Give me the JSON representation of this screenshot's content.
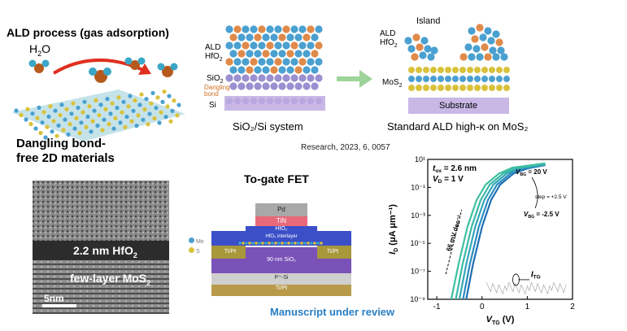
{
  "ald": {
    "heading": "ALD process  (gas adsorption)",
    "molecule_h": "H",
    "molecule_sub": "2",
    "molecule_o": "O",
    "caption_line1": "Dangling bond-",
    "caption_line2": "free 2D materials"
  },
  "sio2_panel": {
    "label_ald": "ALD",
    "label_hfo": "HfO",
    "label_hfo_sub": "2",
    "label_sio": "SiO",
    "label_sio_sub": "2",
    "label_dangling1": "Dangling",
    "label_dangling2": "bond",
    "label_si": "Si",
    "caption": "SiO₂/Si system"
  },
  "mos2_panel": {
    "label_island": "Island",
    "label_ald": "ALD",
    "label_hfo": "HfO",
    "label_hfo_sub": "2",
    "label_mos": "MoS",
    "label_mos_sub": "2",
    "label_substrate": "Substrate",
    "caption": "Standard ALD high-κ on MoS₂"
  },
  "citation": "Research, 2023, 6, 0057",
  "tem": {
    "label_hfo": "2.2 nm HfO",
    "label_hfo_sub": "2",
    "label_mos": "few-layer MoS",
    "label_mos_sub": "2",
    "scale_bar": "5nm"
  },
  "fet": {
    "title": "To-gate FET",
    "layer_pd": "Pd",
    "layer_tin": "TiN",
    "layer_hfo": "HfO₂",
    "layer_interlayer": "HfO₂ interlayer",
    "contact_left": "Ti/Pt",
    "contact_right": "Ti/Pt",
    "layer_sio2": "90 nm SiO₂",
    "layer_psi": "P⁺-Si",
    "layer_bottom": "Ti/Pt",
    "legend_mo": "Mo",
    "legend_s": "S"
  },
  "plot": {
    "tox": "t",
    "tox_sub": "ox",
    "tox_value": " = 2.6 nm",
    "vd": "V",
    "vd_sub": "D",
    "vd_value": " = 1 V",
    "vbg_top": "V",
    "vbg_top_sub": "BG",
    "vbg_top_value": " = 20 V",
    "vbg_bottom": "V",
    "vbg_bottom_sub": "BG",
    "vbg_bottom_value": " = -2.5 V",
    "step": "step = +2.5 V",
    "slope": "66 mV dec⁻¹",
    "itg": "I",
    "itg_sub": "TG",
    "ylabel": "I",
    "ylabel_sub": "D",
    "ylabel_unit": " (μA μm⁻¹)",
    "xlabel": "V",
    "xlabel_sub": "TG",
    "xlabel_unit": " (V)"
  },
  "footer": "Manuscript under review",
  "colors": {
    "hfo_sphere": "#4aa0d0",
    "hf_core": "#e08a4a",
    "mos2_yellow": "#d9c23a",
    "substrate": "#c9b8e6",
    "arrow_green": "#9ed39a",
    "footer_blue": "#2a7fc4",
    "curve_blue": "#1f6fb5",
    "curve_green": "#3fc0a0"
  },
  "chart_data": {
    "type": "line",
    "xlim": [
      -1.2,
      2
    ],
    "ylim_log10": [
      -9,
      1
    ],
    "xticks": [
      -1,
      0,
      1,
      2
    ],
    "yticks": [
      "10¹",
      "10⁻¹",
      "10⁻³",
      "10⁻⁵",
      "10⁻⁷",
      "10⁻⁹"
    ],
    "series": [
      {
        "vbg": -2.5,
        "x": [
          -0.35,
          -0.2,
          0,
          0.2,
          0.4,
          0.7,
          1.0,
          1.4
        ],
        "log10_y": [
          -9,
          -6.5,
          -3.8,
          -1.9,
          -0.8,
          0,
          0.35,
          0.6
        ]
      },
      {
        "vbg": 2.5,
        "x": [
          -0.42,
          -0.27,
          -0.07,
          0.13,
          0.33,
          0.63,
          0.93,
          1.4
        ],
        "log10_y": [
          -9,
          -6.5,
          -3.8,
          -1.9,
          -0.8,
          0,
          0.35,
          0.62
        ]
      },
      {
        "vbg": 7.5,
        "x": [
          -0.5,
          -0.35,
          -0.15,
          0.05,
          0.25,
          0.55,
          0.85,
          1.4
        ],
        "log10_y": [
          -9,
          -6.5,
          -3.8,
          -1.9,
          -0.8,
          0,
          0.38,
          0.65
        ]
      },
      {
        "vbg": 12.5,
        "x": [
          -0.58,
          -0.43,
          -0.23,
          -0.03,
          0.17,
          0.47,
          0.77,
          1.4
        ],
        "log10_y": [
          -9,
          -6.5,
          -3.8,
          -1.9,
          -0.8,
          0,
          0.4,
          0.68
        ]
      },
      {
        "vbg": 20,
        "x": [
          -0.68,
          -0.52,
          -0.32,
          -0.12,
          0.08,
          0.38,
          0.68,
          1.4
        ],
        "log10_y": [
          -9,
          -6.5,
          -3.8,
          -1.9,
          -0.8,
          0,
          0.42,
          0.72
        ]
      }
    ]
  }
}
